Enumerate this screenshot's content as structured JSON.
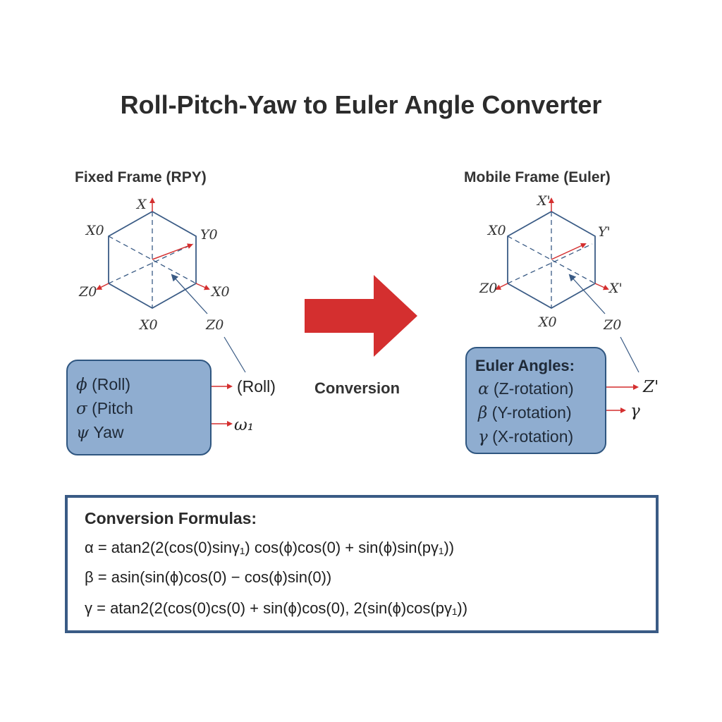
{
  "title": "Roll-Pitch-Yaw to Euler Angle Converter",
  "left_frame": {
    "title": "Fixed Frame (RPY)",
    "axis_labels": [
      "X",
      "X0",
      "Y0",
      "Z0",
      "X0",
      "X0",
      "Z0"
    ],
    "box_lines": [
      {
        "symbol": "ϕ",
        "text": " (Roll)"
      },
      {
        "symbol": "σ",
        "text": " (Pitch"
      },
      {
        "symbol": "ψ",
        "text": " Yaw"
      }
    ],
    "outputs": [
      "(Roll)",
      "ω₁"
    ]
  },
  "center": {
    "label": "Conversion"
  },
  "right_frame": {
    "title": "Mobile Frame (Euler)",
    "axis_labels": [
      "X'",
      "X0",
      "Y'",
      "Z0",
      "X'",
      "X0",
      "Z0"
    ],
    "box_heading": "Euler Angles:",
    "box_lines": [
      {
        "symbol": "α",
        "text": " (Z-rotation)"
      },
      {
        "symbol": "β",
        "text": " (Y-rotation)"
      },
      {
        "symbol": "γ",
        "text": " (X-rotation)"
      }
    ],
    "outputs": [
      "Z'",
      "γ"
    ]
  },
  "formulas": {
    "heading": "Conversion Formulas:",
    "lines": [
      "α = atan2(2(cos(0)sinγ₁) cos(ϕ)cos(0) + sin(ϕ)sin(pγ₁))",
      "β = asin(sin(ϕ)cos(0) − cos(ϕ)sin(0))",
      "γ = atan2(2(cos(0)cs(0) + sin(ϕ)cos(0),  2(sin(ϕ)cos(pγ₁))"
    ]
  },
  "colors": {
    "accent_red": "#d42f2f",
    "frame_blue": "#3a5b85",
    "box_fill": "#8fadd0"
  }
}
